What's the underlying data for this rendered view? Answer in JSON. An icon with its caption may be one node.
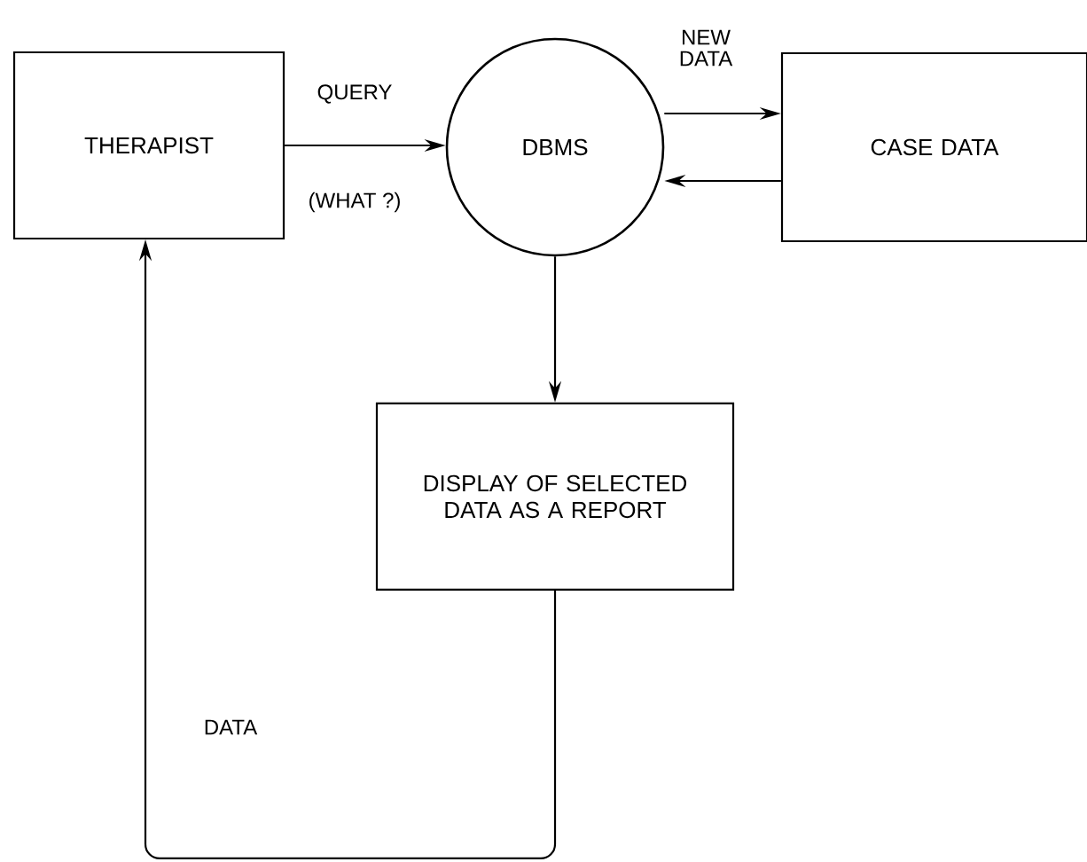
{
  "diagram": {
    "nodes": [
      {
        "text": [
          "THERAPIST"
        ]
      },
      {
        "text": [
          "DBMS"
        ]
      },
      {
        "text": [
          "CASE DATA"
        ]
      },
      {
        "text": [
          "DISPLAY OF SELECTED DATA AS A REPORT"
        ]
      }
    ],
    "edges": [
      {
        "from": 0,
        "to": 1,
        "arrow": "to",
        "label": "QUERY"
      },
      {
        "from": 1,
        "to": 2,
        "arrow": "to",
        "label": "NEW DATA"
      },
      {
        "from": 2,
        "to": 1,
        "arrow": "to"
      },
      {
        "from": 1,
        "to": 3,
        "arrow": "to"
      },
      {
        "from": 3,
        "to": 0,
        "arrow": "to",
        "label": "DATA"
      }
    ],
    "labels": [
      "(WHAT ?)"
    ]
  }
}
